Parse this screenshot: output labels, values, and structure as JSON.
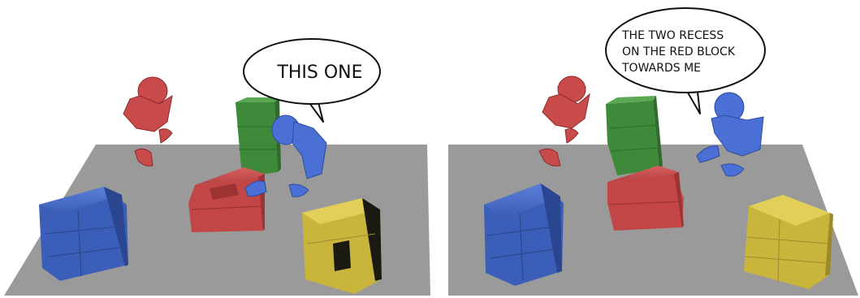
{
  "panels": [
    {
      "id": "left",
      "speech": {
        "lines": [
          "THIS ONE"
        ]
      }
    },
    {
      "id": "right",
      "speech": {
        "lines": [
          "THE TWO RECESS",
          "ON THE RED BLOCK",
          "TOWARDS ME"
        ]
      }
    }
  ],
  "colors": {
    "table": "#9a9a9a",
    "blue_block": "#3b5fb8",
    "red_block": "#c24646",
    "green_block": "#3f8a3a",
    "yellow_block": "#c9b43c",
    "red_avatar": "#c94a4a",
    "blue_avatar": "#4a70d6"
  }
}
